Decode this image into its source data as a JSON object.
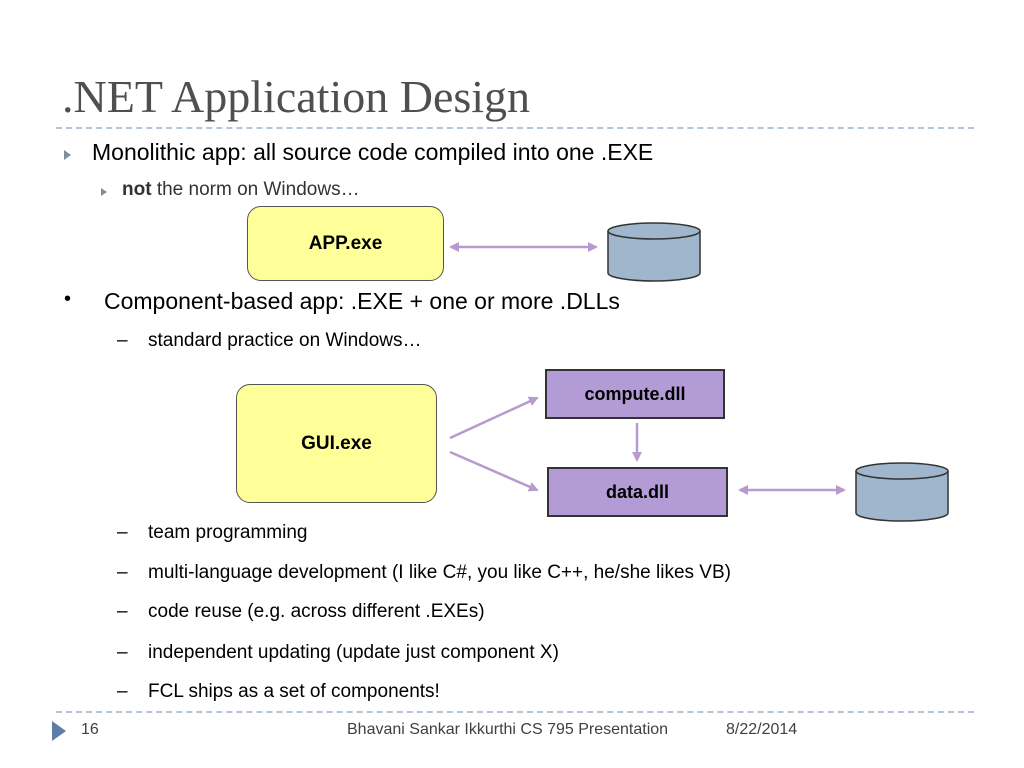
{
  "title": ".NET Application Design",
  "bullets": {
    "b1": "Monolithic app:  all source code compiled into one .EXE",
    "b1_sub_bold": "not",
    "b1_sub_rest": " the norm on Windows…",
    "b2": "Component-based app:  .EXE + one or more .DLLs",
    "b2_sub": "standard practice on Windows…",
    "list": [
      "team programming",
      "multi-language development (I like C#, you like C++, he/she likes VB)",
      "code reuse (e.g. across different .EXEs)",
      "independent updating (update just component X)",
      "FCL ships as a set of components!"
    ]
  },
  "diagram": {
    "app_exe": "APP.exe",
    "gui_exe": "GUI.exe",
    "compute_dll": "compute.dll",
    "data_dll": "data.dll"
  },
  "footer": {
    "page": "16",
    "presenter": "Bhavani Sankar Ikkurthi CS 795 Presentation",
    "date": "8/22/2014"
  },
  "colors": {
    "exe_fill": "#ffff99",
    "dll_fill": "#b39bd6",
    "cylinder_fill": "#9fb6cd",
    "arrow": "#b79ad0",
    "title": "#4f4f4f"
  }
}
